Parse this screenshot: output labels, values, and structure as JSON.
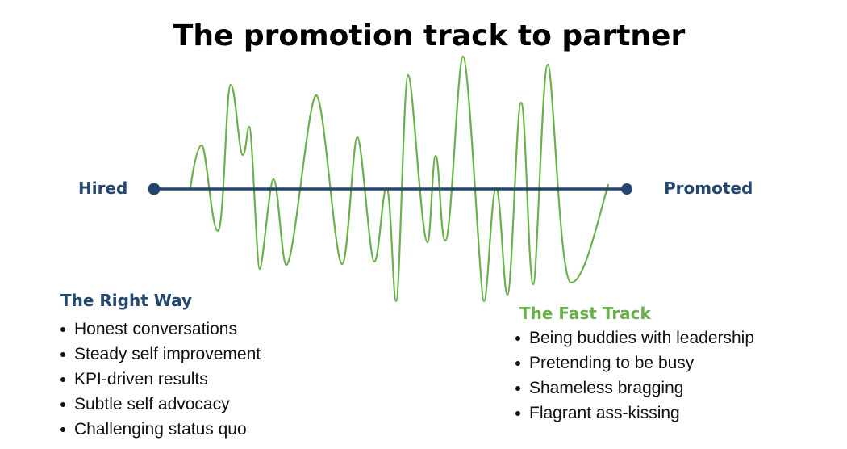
{
  "title": "The promotion track to partner",
  "track": {
    "start_label": "Hired",
    "end_label": "Promoted"
  },
  "right_way": {
    "heading": "The Right Way",
    "items": [
      "Honest conversations",
      "Steady self improvement",
      "KPI-driven results",
      "Subtle self advocacy",
      "Challenging status quo"
    ]
  },
  "fast_track": {
    "heading": "The Fast Track",
    "items": [
      "Being buddies with leadership",
      "Pretending to be busy",
      "Shameless bragging",
      "Flagrant ass-kissing"
    ]
  },
  "colors": {
    "track_blue": "#24476f",
    "wave_green": "#6ab04c",
    "heading_blue": "#24476f",
    "heading_green": "#6ab04c",
    "text": "#111111"
  }
}
